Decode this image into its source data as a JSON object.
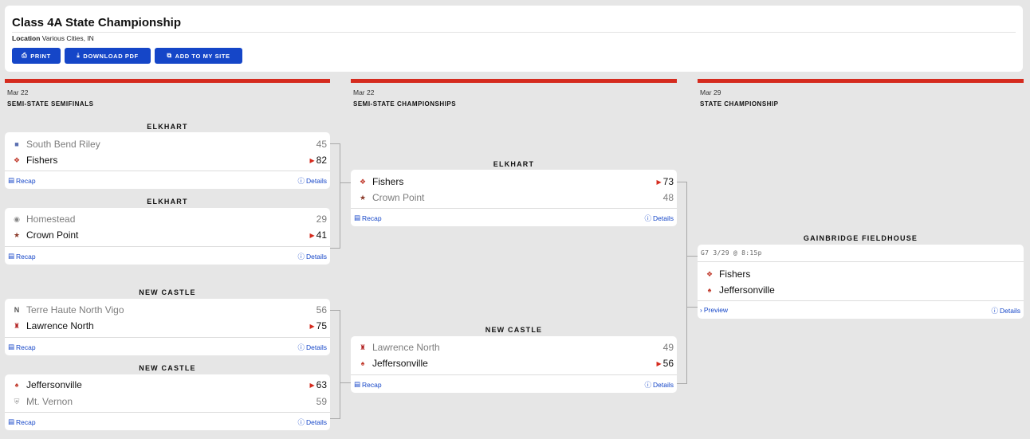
{
  "header": {
    "title": "Class 4A State Championship",
    "location_label": "Location",
    "location_value": "Various Cities, IN",
    "buttons": {
      "print": "PRINT",
      "download": "DOWNLOAD PDF",
      "add": "ADD TO MY SITE"
    }
  },
  "rounds": [
    {
      "date": "Mar 22",
      "name": "SEMI-STATE SEMIFINALS"
    },
    {
      "date": "Mar 22",
      "name": "SEMI-STATE CHAMPIONSHIPS"
    },
    {
      "date": "Mar 29",
      "name": "STATE CHAMPIONSHIP"
    }
  ],
  "link_labels": {
    "recap": "Recap",
    "details": "Details",
    "preview": "Preview"
  },
  "games": [
    {
      "location": "ELKHART",
      "teams": [
        {
          "name": "South Bend Riley",
          "score": "45",
          "winner": false
        },
        {
          "name": "Fishers",
          "score": "82",
          "winner": true
        }
      ]
    },
    {
      "location": "ELKHART",
      "teams": [
        {
          "name": "Homestead",
          "score": "29",
          "winner": false
        },
        {
          "name": "Crown Point",
          "score": "41",
          "winner": true
        }
      ]
    },
    {
      "location": "NEW CASTLE",
      "teams": [
        {
          "name": "Terre Haute North Vigo",
          "score": "56",
          "winner": false
        },
        {
          "name": "Lawrence North",
          "score": "75",
          "winner": true
        }
      ]
    },
    {
      "location": "NEW CASTLE",
      "teams": [
        {
          "name": "Jeffersonville",
          "score": "63",
          "winner": true
        },
        {
          "name": "Mt. Vernon",
          "score": "59",
          "winner": false
        }
      ]
    },
    {
      "location": "ELKHART",
      "teams": [
        {
          "name": "Fishers",
          "score": "73",
          "winner": true
        },
        {
          "name": "Crown Point",
          "score": "48",
          "winner": false
        }
      ]
    },
    {
      "location": "NEW CASTLE",
      "teams": [
        {
          "name": "Lawrence North",
          "score": "49",
          "winner": false
        },
        {
          "name": "Jeffersonville",
          "score": "56",
          "winner": true
        }
      ]
    },
    {
      "location": "GAINBRIDGE FIELDHOUSE",
      "meta": "G7 3/29 @ 8:15p",
      "teams": [
        {
          "name": "Fishers"
        },
        {
          "name": "Jeffersonville"
        }
      ]
    }
  ],
  "colors": {
    "accent_red": "#d52b1e",
    "button_blue": "#1546c8",
    "link_blue": "#1546c8",
    "background": "#e6e6e6"
  }
}
